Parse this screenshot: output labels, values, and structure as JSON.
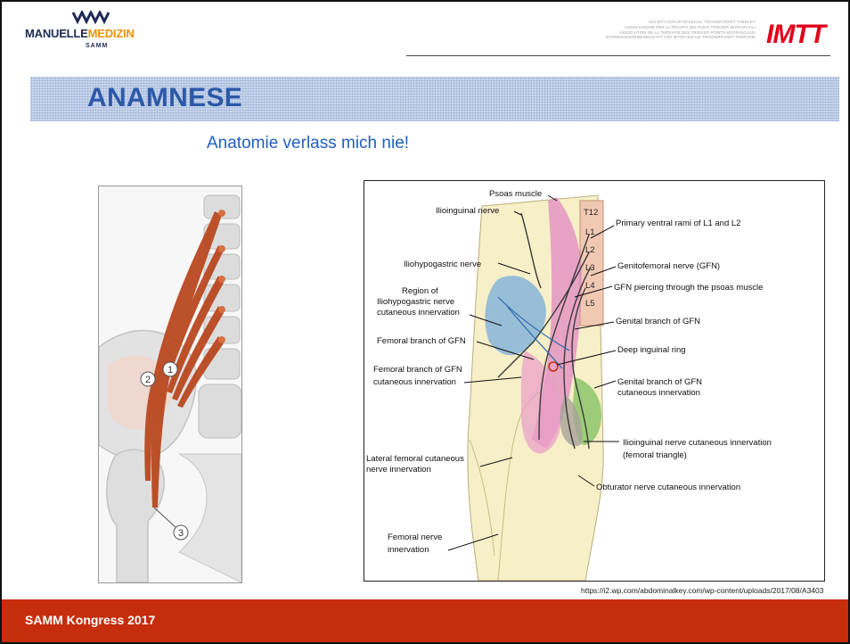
{
  "header": {
    "logo_left": {
      "word_main": "MANUELLE",
      "word_accent": "MEDIZIN",
      "sub": "SAMM"
    },
    "societies": [
      "SOCIETY FOR MYOFASCIAL TRIGGER POINT THERAPY",
      "ASSOCIAZIONE PER LA TERAPIA DEI PUNTI TRIGGER MIOFASCIALI",
      "ASSOCIATION DE LA THÉRAPIE DES TRIGGER POINTS MYOFASCIAUX",
      "INTERESSENGEMEINSCHAFT FÜR MYOFASZIALE TRIGGERPUNKT-THERAPIE"
    ],
    "logo_right": "IMTT"
  },
  "slide": {
    "title": "ANAMNESE",
    "subtitle": "Anatomie verlass mich nie!"
  },
  "left_figure": {
    "markers": [
      "1",
      "2",
      "3"
    ]
  },
  "right_figure": {
    "vertebrae": [
      "T12",
      "L1",
      "L2",
      "L3",
      "L4",
      "L5"
    ],
    "labels": {
      "psoas": "Psoas muscle",
      "ilioinguinal": "Ilioinguinal nerve",
      "primary_rami": "Primary ventral rami of L1 and L2",
      "iliohypogastric": "Iliohypogastric nerve",
      "gfn": "Genitofemoral nerve (GFN)",
      "gfn_piercing": "GFN piercing through the psoas muscle",
      "region_1": "Region of",
      "region_2": "Iliohypogastric nerve",
      "region_3": "cutaneous innervation",
      "genital_branch": "Genital branch of GFN",
      "femoral_branch": "Femoral branch of GFN",
      "deep_ring": "Deep inguinal ring",
      "fem_cut_1": "Femoral branch of GFN",
      "fem_cut_2": "cutaneous innervation",
      "gen_cut_1": "Genital branch of GFN",
      "gen_cut_2": "cutaneous innervation",
      "ilio_cut_1": "Ilioinguinal nerve cutaneous innervation",
      "ilio_cut_2": "(femoral triangle)",
      "lat_fem_1": "Lateral femoral cutaneous",
      "lat_fem_2": "nerve innervation",
      "obturator": "Obturator nerve cutaneous innervation",
      "femoral_nerve_1": "Femoral nerve",
      "femoral_nerve_2": "innervation"
    }
  },
  "source_url": "https://i2.wp.com/abdominalkey.com/wp-content/uploads/2017/08/A3403",
  "footer": {
    "text": "SAMM Kongress 2017"
  },
  "colors": {
    "title": "#2c59a8",
    "subtitle": "#1f5fbf",
    "footer": "#c62d0d",
    "imtt": "#e2001a",
    "muscle": "#b8441a"
  }
}
